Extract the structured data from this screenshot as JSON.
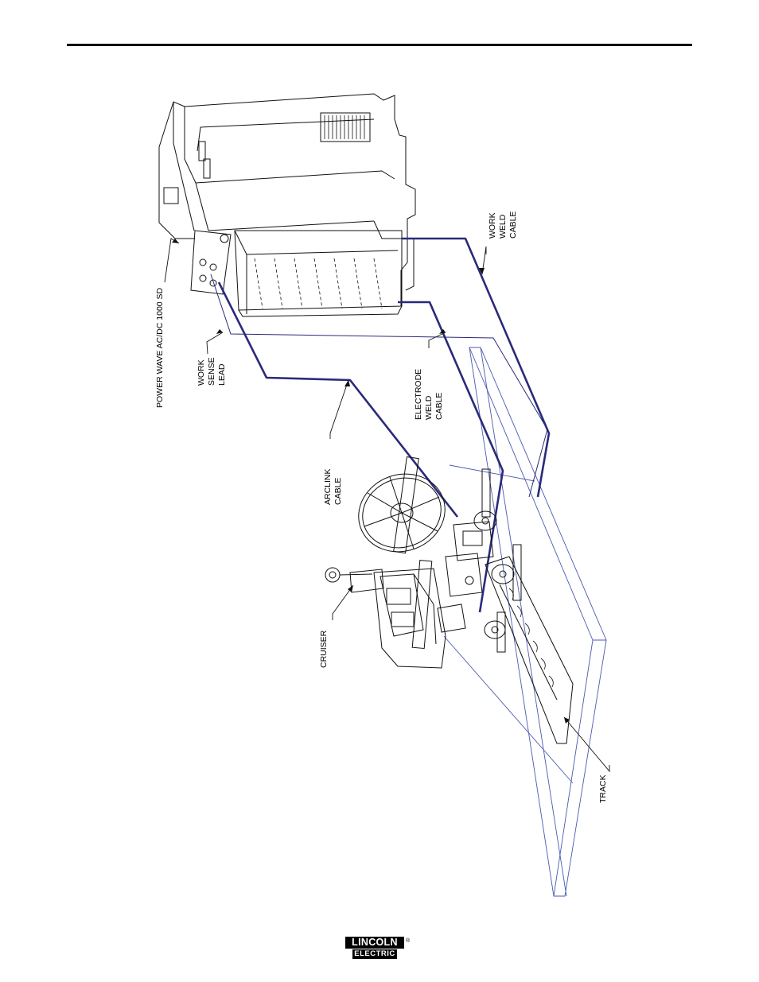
{
  "labels": {
    "power_wave": "POWER WAVE AC/DC 1000 SD",
    "work_sense_lead": [
      "WORK",
      "SENSE",
      "LEAD"
    ],
    "arclink_cable": [
      "ARCLINK",
      "CABLE"
    ],
    "electrode_weld_cable": [
      "ELECTRODE",
      "WELD",
      "CABLE"
    ],
    "work_weld_cable": [
      "WORK",
      "WELD",
      "CABLE"
    ],
    "cruiser": "CRUISER",
    "track": "TRACK"
  },
  "logo": {
    "line1": "LINCOLN",
    "line2": "ELECTRIC",
    "registered": "®"
  },
  "colors": {
    "cable": "#2a2a7a",
    "workpiece": "#4a5ab0",
    "line": "#111111"
  }
}
